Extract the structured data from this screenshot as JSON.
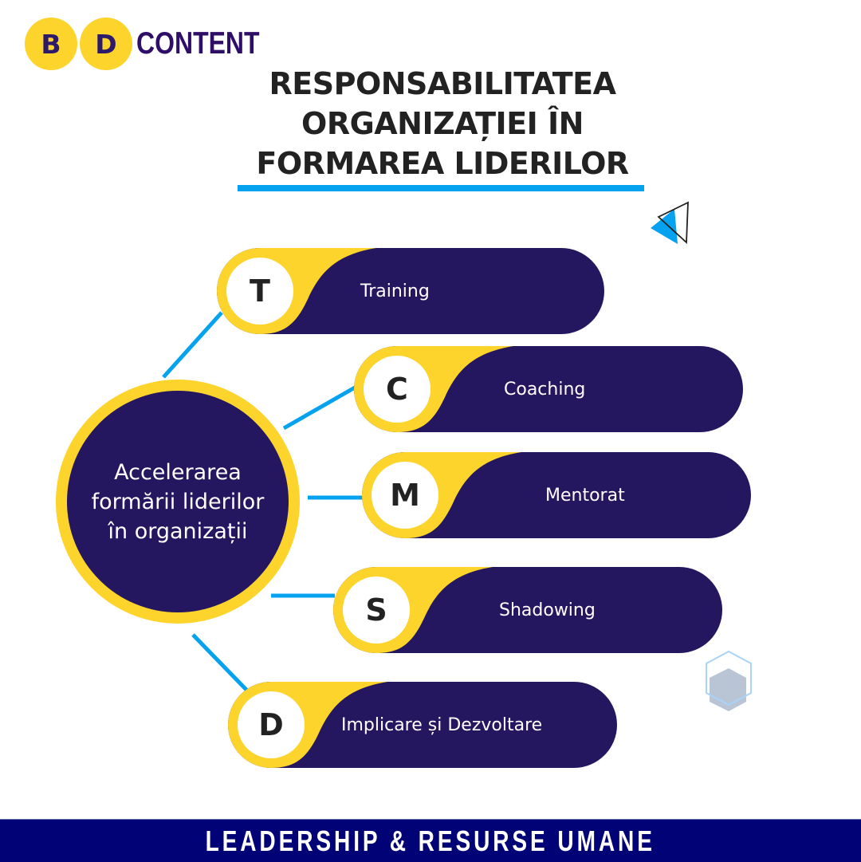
{
  "logo": {
    "letters": [
      "B",
      "D"
    ],
    "text": "CONTENT",
    "circle_color": "#fdd42c",
    "text_color": "#2e0e66"
  },
  "title": {
    "lines": [
      "RESPONSABILITATEA",
      "ORGANIZAȚIEI ÎN",
      "FORMAREA LIDERILOR"
    ],
    "underline_color": "#05a2ef"
  },
  "hub": {
    "text": "Accelerarea formării liderilor în organizații",
    "fill": "#25175f",
    "ring": "#fdd42c"
  },
  "items": [
    {
      "letter": "T",
      "label": "Training"
    },
    {
      "letter": "C",
      "label": "Coaching"
    },
    {
      "letter": "M",
      "label": "Mentorat"
    },
    {
      "letter": "S",
      "label": "Shadowing"
    },
    {
      "letter": "D",
      "label": "Implicare și Dezvoltare"
    }
  ],
  "decorations": {
    "triangle_icon": "triangle-icon",
    "hexagon_icon": "hexagon-icon"
  },
  "colors": {
    "navy": "#25175f",
    "yellow": "#fdd42c",
    "accent_blue": "#05a2ef",
    "footer_bg": "#020277"
  },
  "footer": {
    "text": "LEADERSHIP & RESURSE UMANE"
  }
}
